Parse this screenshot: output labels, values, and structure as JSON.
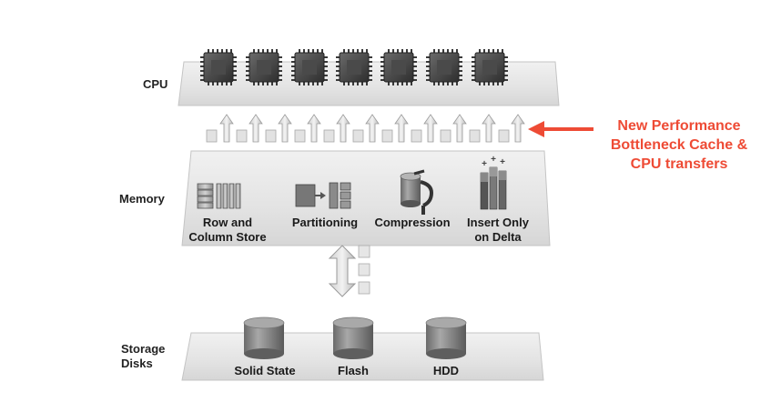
{
  "layers": {
    "cpu": "CPU",
    "memory": "Memory",
    "storage_line1": "Storage",
    "storage_line2": "Disks"
  },
  "memory_items": {
    "row_column_line1": "Row and",
    "row_column_line2": "Column Store",
    "partitioning": "Partitioning",
    "compression": "Compression",
    "insert_line1": "Insert Only",
    "insert_line2": "on Delta"
  },
  "storage_items": {
    "solid_state": "Solid State",
    "flash": "Flash",
    "hdd": "HDD"
  },
  "callout": {
    "line1": "New Performance",
    "line2": "Bottleneck Cache &",
    "line3": "CPU transfers",
    "color": "#ee4b35"
  },
  "icons": {
    "cpu_chip": "cpu-chip-icon",
    "up_arrow": "up-arrow-icon",
    "data_block": "data-block-icon",
    "double_arrow": "bidirectional-arrow-icon",
    "disk": "disk-cylinder-icon"
  }
}
